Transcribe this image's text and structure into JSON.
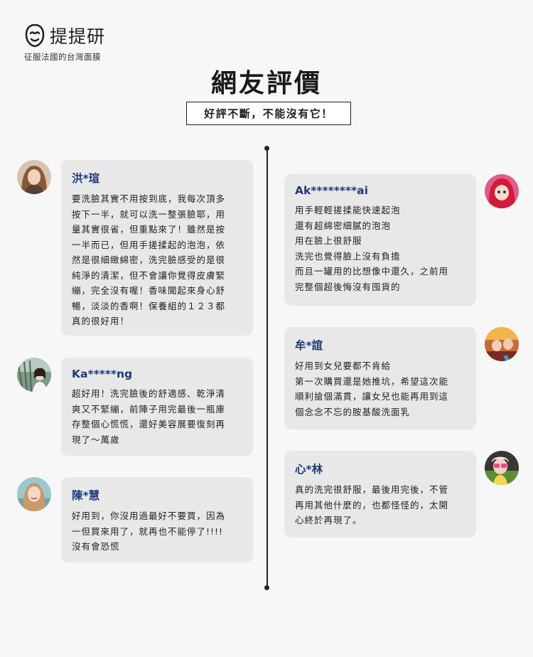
{
  "brand": {
    "name": "提提研",
    "tagline": "征服法國的台灣面膜"
  },
  "title": "網友評價",
  "subtitle": "好評不斷，不能沒有它！",
  "reviews": [
    {
      "name": "洪*瑄",
      "text": "要洗臉其實不用按到底，我每次頂多\n按下一半，就可以洗一整張臉耶，用\n量其實很省，但重點來了！雖然是按\n一半而已，但用手搓揉起的泡泡，依\n然是很細緻綿密，洗完臉感受的是很\n純淨的清潔，但不會讓你覺得皮膚緊\n繃，完全沒有喔！香味聞起來身心舒\n暢，淡淡的香啊！保養組的１２３都\n真的很好用！"
    },
    {
      "name": "Ka*****ng",
      "text": "超好用！洗完臉後的舒適感、乾淨清\n爽又不緊繃，前陣子用完最後一瓶庫\n存整個心慌慌，還好美容展要復刻再\n現了～萬歲"
    },
    {
      "name": "陳*慧",
      "text": "好用到，你沒用過最好不要買，因為\n一但買來用了，就再也不能停了!!!!\n沒有會恐慌"
    },
    {
      "name": "Ak********ai",
      "text": "用手輕輕搓揉能快速起泡\n還有超綿密細膩的泡泡\n用在臉上很舒服\n洗完也覺得臉上沒有負擔\n而且一罐用的比想像中還久，之前用\n完整個超後悔沒有囤貨的"
    },
    {
      "name": "牟*誼",
      "text": "好用到女兒要都不肯給\n第一次購買還是她推坑，希望這次能\n順利搶個滿貫，讓女兒也能再用到這\n個念念不忘的胺基酸洗面乳"
    },
    {
      "name": "心*林",
      "text": "真的洗完很舒服，最後用完後，不管\n再用其他什麼的，也都怪怪的，太開\n心終於再現了。"
    }
  ]
}
